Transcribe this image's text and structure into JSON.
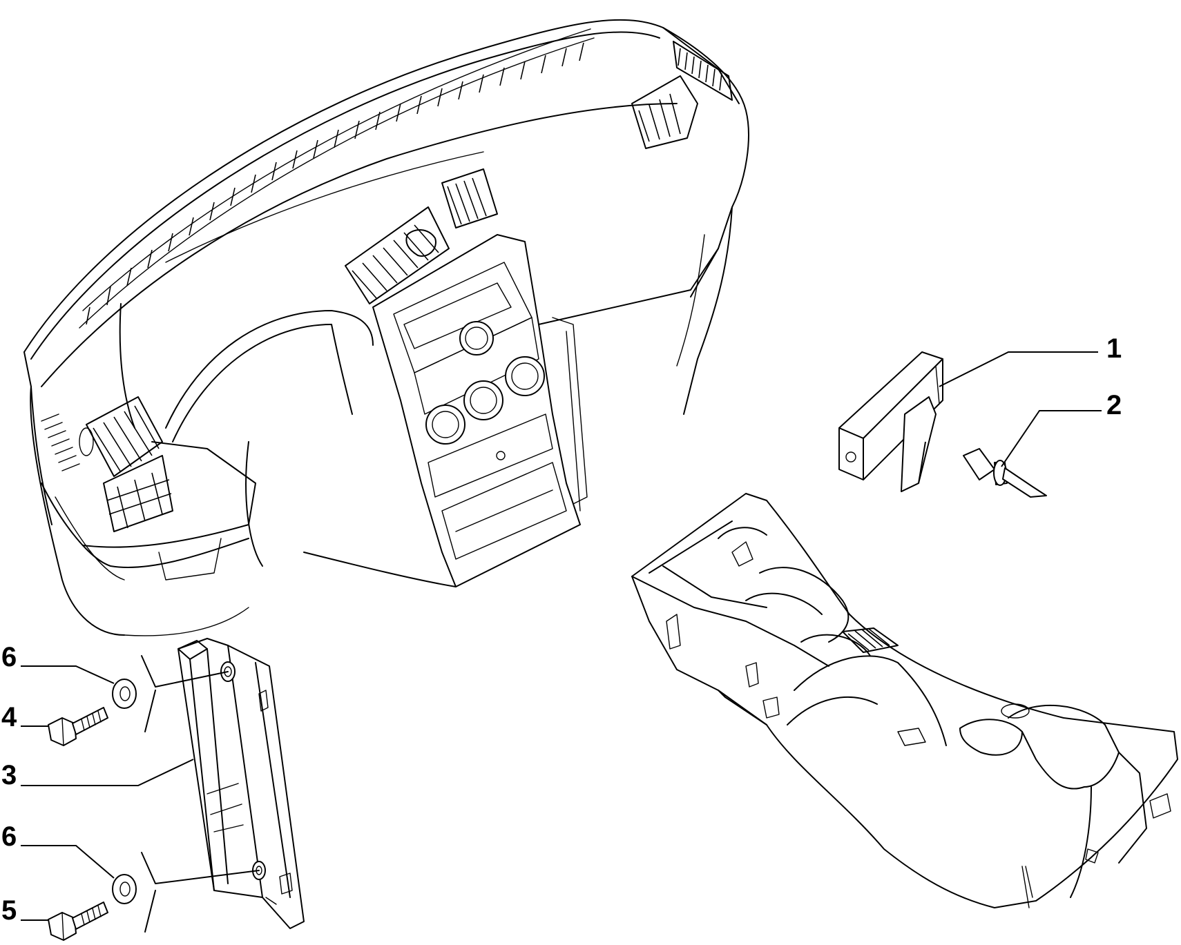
{
  "callouts": [
    {
      "id": "1",
      "text": "1"
    },
    {
      "id": "2",
      "text": "2"
    },
    {
      "id": "3",
      "text": "3"
    },
    {
      "id": "4",
      "text": "4"
    },
    {
      "id": "5",
      "text": "5"
    },
    {
      "id": "6a",
      "text": "6"
    },
    {
      "id": "6b",
      "text": "6"
    }
  ]
}
